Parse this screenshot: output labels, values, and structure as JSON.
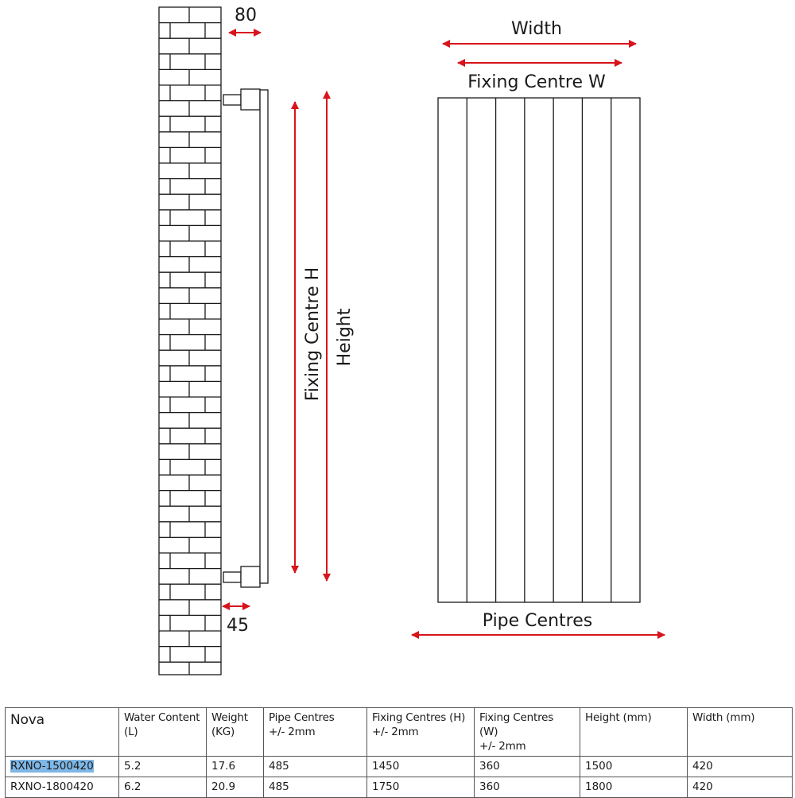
{
  "labels": {
    "depth_top": "80",
    "depth_bottom": "45",
    "fixing_centre_h": "Fixing Centre H",
    "height": "Height",
    "width": "Width",
    "fixing_centre_w": "Fixing Centre W",
    "pipe_centres": "Pipe Centres"
  },
  "colors": {
    "arrow": "#d8141c",
    "line": "#1a1a1a",
    "selection": "#7fb7e6"
  },
  "radiator": {
    "columns": 7
  },
  "table": {
    "headers": [
      [
        "Nova"
      ],
      [
        "Water Content",
        "(L)"
      ],
      [
        "Weight",
        "(KG)"
      ],
      [
        "Pipe Centres",
        "+/- 2mm"
      ],
      [
        "Fixing Centres (H)",
        "+/- 2mm"
      ],
      [
        "Fixing Centres (W)",
        "+/- 2mm"
      ],
      [
        "Height (mm)"
      ],
      [
        "Width (mm)"
      ]
    ],
    "rows": [
      [
        "RXNO-1500420",
        "5.2",
        "17.6",
        "485",
        "1450",
        "360",
        "1500",
        "420"
      ],
      [
        "RXNO-1800420",
        "6.2",
        "20.9",
        "485",
        "1750",
        "360",
        "1800",
        "420"
      ]
    ]
  }
}
